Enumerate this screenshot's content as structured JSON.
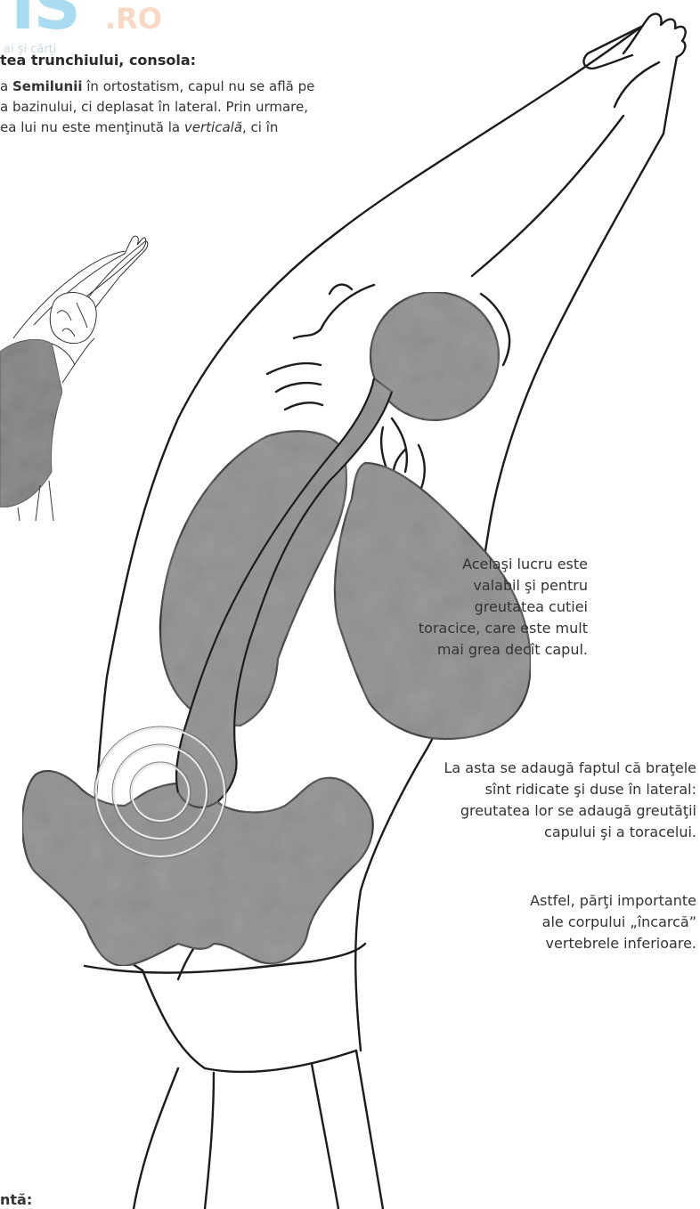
{
  "watermark": {
    "logo": "IS",
    "domain": ".RO",
    "tagline": "ai şi cărţi"
  },
  "heading": "tea trunchiului, consola:",
  "intro": {
    "line1_prefix": "a ",
    "line1_bold": "Semilunii",
    "line1_rest": " în ortostatism, capul nu se află pe",
    "line2": "a bazinului, ci deplasat în lateral. Prin urmare,",
    "line3_prefix": "ea lui nu este menţinută la ",
    "line3_italic": "verticală",
    "line3_rest": ", ci în"
  },
  "paragraphs": {
    "p1": [
      "Acelaşi lucru este",
      "valabil şi pentru",
      "greutatea cutiei",
      "toracice, care este mult",
      "mai grea decît capul."
    ],
    "p2": [
      "La asta se adaugă faptul că braţele",
      "sînt ridicate şi duse în lateral:",
      "greutatea lor se adaugă greutăţii",
      "capului şi a toracelui."
    ],
    "p3": [
      "Astfel, părţi importante",
      "ale corpului „încarcă”",
      "vertebrele inferioare."
    ]
  },
  "footer": "ntă:",
  "colors": {
    "organ_fill": "#8c8c8c",
    "outline": "#1a1a1a",
    "text": "#333333"
  }
}
